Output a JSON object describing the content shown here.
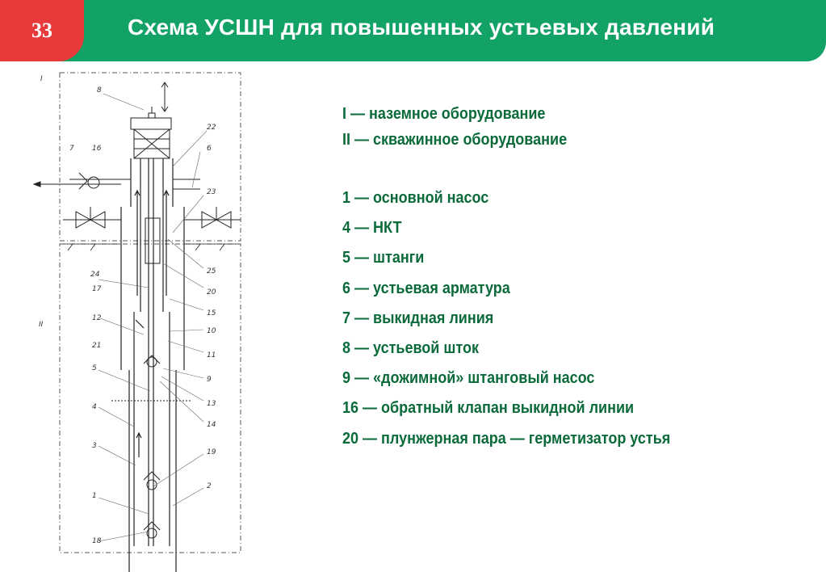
{
  "header": {
    "page_number": "33",
    "title": "Схема УСШН для повышенных устьевых давлений"
  },
  "diagram": {
    "zone_labels": [
      "I",
      "II"
    ],
    "callouts": [
      "8",
      "22",
      "7",
      "16",
      "6",
      "23",
      "24",
      "25",
      "17",
      "20",
      "15",
      "12",
      "10",
      "21",
      "11",
      "5",
      "9",
      "13",
      "4",
      "14",
      "3",
      "19",
      "2",
      "1",
      "18"
    ]
  },
  "legend": {
    "zones": [
      "I — наземное оборудование",
      "II — скважинное оборудование"
    ],
    "items": [
      "1 — основной насос",
      "4 — НКТ",
      "5 — штанги",
      "6 — устьевая арматура",
      "7 — выкидная линия",
      "8 — устьевой шток",
      "9 — «дожимной» штанговый насос",
      "16 — обратный клапан выкидной линии",
      "20 — плунжерная пара — герметизатор устья"
    ]
  },
  "colors": {
    "header_green": "#12a265",
    "badge_red": "#e8393b",
    "legend_text": "#0b6a3a"
  }
}
